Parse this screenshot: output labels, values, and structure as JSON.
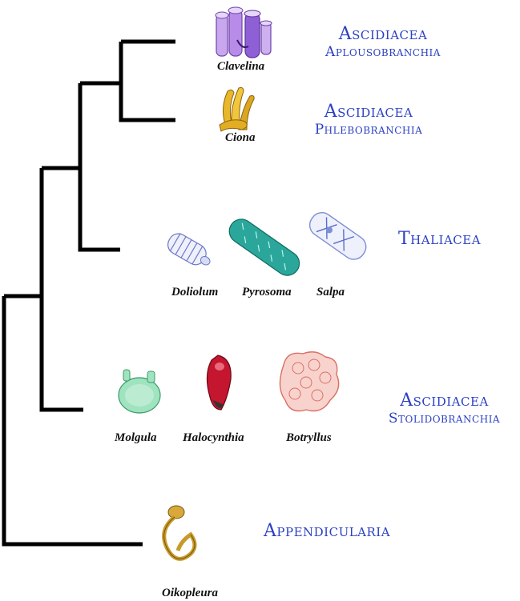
{
  "tree": {
    "groups": [
      {
        "id": "aplouso",
        "main": "Ascidiacea",
        "sub": "Aplousobranchia"
      },
      {
        "id": "phlebo",
        "main": "Ascidiacea",
        "sub": "Phlebobranchia"
      },
      {
        "id": "thal",
        "main": "Thaliacea"
      },
      {
        "id": "stolido",
        "main": "Ascidiacea",
        "sub": "Stolidobranchia"
      },
      {
        "id": "append",
        "main": "Appendicularia"
      }
    ],
    "genera": {
      "clavelina": "Clavelina",
      "ciona": "Ciona",
      "doliolum": "Doliolum",
      "pyrosoma": "Pyrosoma",
      "salpa": "Salpa",
      "molgula": "Molgula",
      "halocynthia": "Halocynthia",
      "botryllus": "Botryllus",
      "oikopleura": "Oikopleura"
    },
    "colors": {
      "branch": "#000000",
      "label": "#2b3fc4",
      "clavelina": "#9b6fd1",
      "ciona": "#e0b020",
      "doliolum": "#8a96d8",
      "pyrosoma": "#2aa79a",
      "salpa": "#7d8fd6",
      "molgula": "#8fdcb0",
      "halocynthia": "#c4162e",
      "botryllus": "#e88a80",
      "oikopleura": "#c79a2a"
    }
  }
}
